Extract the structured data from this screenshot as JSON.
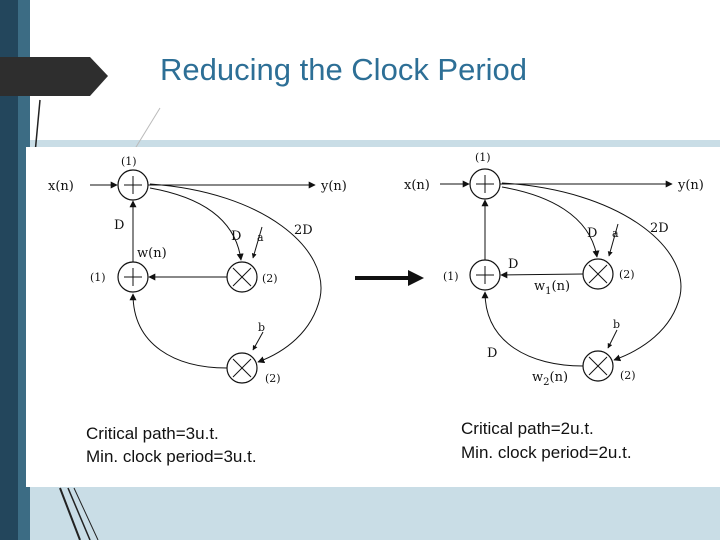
{
  "slide": {
    "title": "Reducing the Clock Period",
    "colors": {
      "title": "#2d6f96",
      "frame": "#c9dde6",
      "sidebar": "#23465c",
      "tab": "#2e2e2e"
    }
  },
  "left_graph": {
    "x_input": "x(n)",
    "y_output": "y(n)",
    "node_top_tag": "(1)",
    "node_mid_tag": "(1)",
    "mult_a_tag": "(2)",
    "mult_b_tag": "(2)",
    "delay_vertical": "D",
    "signal_w": "w(n)",
    "delay_a": "D",
    "coef_a": "a",
    "delay_2d": "2D",
    "coef_b": "b",
    "caption_line1": "Critical path=3u.t.",
    "caption_line2": "Min. clock period=3u.t."
  },
  "right_graph": {
    "x_input": "x(n)",
    "y_output": "y(n)",
    "node_top_tag": "(1)",
    "node_mid_tag": "(1)",
    "mult_a_tag": "(2)",
    "mult_b_tag": "(2)",
    "delay_a": "D",
    "coef_a": "a",
    "delay_2d": "2D",
    "delay_w1": "D",
    "signal_w1": "w",
    "signal_w1_sub": "1",
    "signal_w1_arg": "(n)",
    "coef_b": "b",
    "delay_w2": "D",
    "signal_w2": "w",
    "signal_w2_sub": "2",
    "signal_w2_arg": "(n)",
    "caption_line1": "Critical path=2u.t.",
    "caption_line2": "Min. clock period=2u.t."
  }
}
